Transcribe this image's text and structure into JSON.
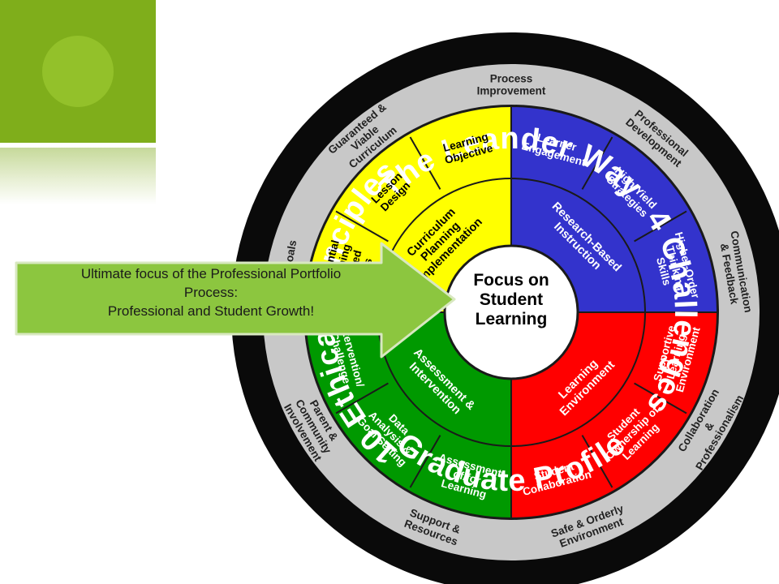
{
  "outer_ring": {
    "top": "The Leander Way",
    "right": "4 Challenges",
    "bottom": "Graduate Profile",
    "left": "10 Ethical Principles"
  },
  "gray_ring": [
    "Process Improvement",
    "Professional Development",
    "Communication & Feedback",
    "Collaboration & Professionalism",
    "Safe & Orderly Environment",
    "Support & Resources",
    "Parent & Community Involvement",
    "Vision Goals",
    "Guaranteed & Viable Curriculum"
  ],
  "quadrants": {
    "yellow": {
      "inner": "Curriculum Planning Implementation",
      "outer": [
        "Learning Objective",
        "Lesson Design",
        "Essential Learning Aligned Tasks"
      ]
    },
    "blue": {
      "inner": "Research-Based Instruction",
      "outer": [
        "Learner Engagement",
        "High-Yield Strategies",
        "Higher-Order Thinking Skills"
      ]
    },
    "red": {
      "inner": "Learning Environment",
      "outer": [
        "Supportive Learning Environment",
        "Student Ownership of Learning",
        "Student Collaboration"
      ]
    },
    "green": {
      "inner": "Assessment & Intervention",
      "outer": [
        "Assessment of/for Learning",
        "Data Analysis & Goal Setting",
        "Intervention/ Challenge"
      ]
    }
  },
  "center": [
    "Focus on",
    "Student",
    "Learning"
  ],
  "callout": {
    "line1": "Ultimate focus of the Professional Portfolio",
    "line2": "Process:",
    "line3": "Professional and Student Growth!"
  },
  "colors": {
    "accent_green": "#7fae1b",
    "callout_green": "#8cc63f",
    "yellow": "#ffff00",
    "blue": "#3333cc",
    "red": "#ff0000",
    "green": "#009900",
    "ring_gray": "#c8c8c8"
  }
}
